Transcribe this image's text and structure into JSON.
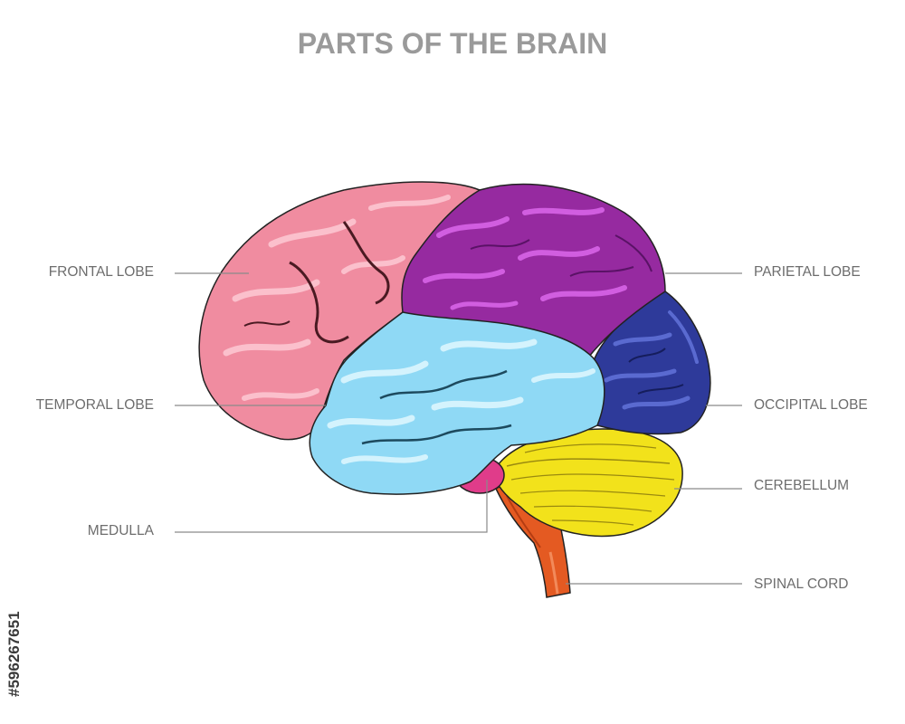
{
  "title": "PARTS OF THE BRAIN",
  "labels": {
    "frontal": "FRONTAL LOBE",
    "temporal": "TEMPORAL LOBE",
    "medulla": "MEDULLA",
    "parietal": "PARIETAL LOBE",
    "occipital": "OCCIPITAL LOBE",
    "cerebellum": "CEREBELLUM",
    "spinal_cord": "SPINAL CORD"
  },
  "watermark_id": "#596267651",
  "colors": {
    "frontal": "#f08ca0",
    "parietal": "#962aa0",
    "temporal": "#8fd9f5",
    "occipital": "#2e3a9a",
    "cerebellum": "#f2e21b",
    "medulla": "#e03c8a",
    "spinal_cord": "#e45a22",
    "leader_line": "#8a8a8a",
    "title": "#9a9a9a",
    "label_text": "#6d6d6d"
  }
}
